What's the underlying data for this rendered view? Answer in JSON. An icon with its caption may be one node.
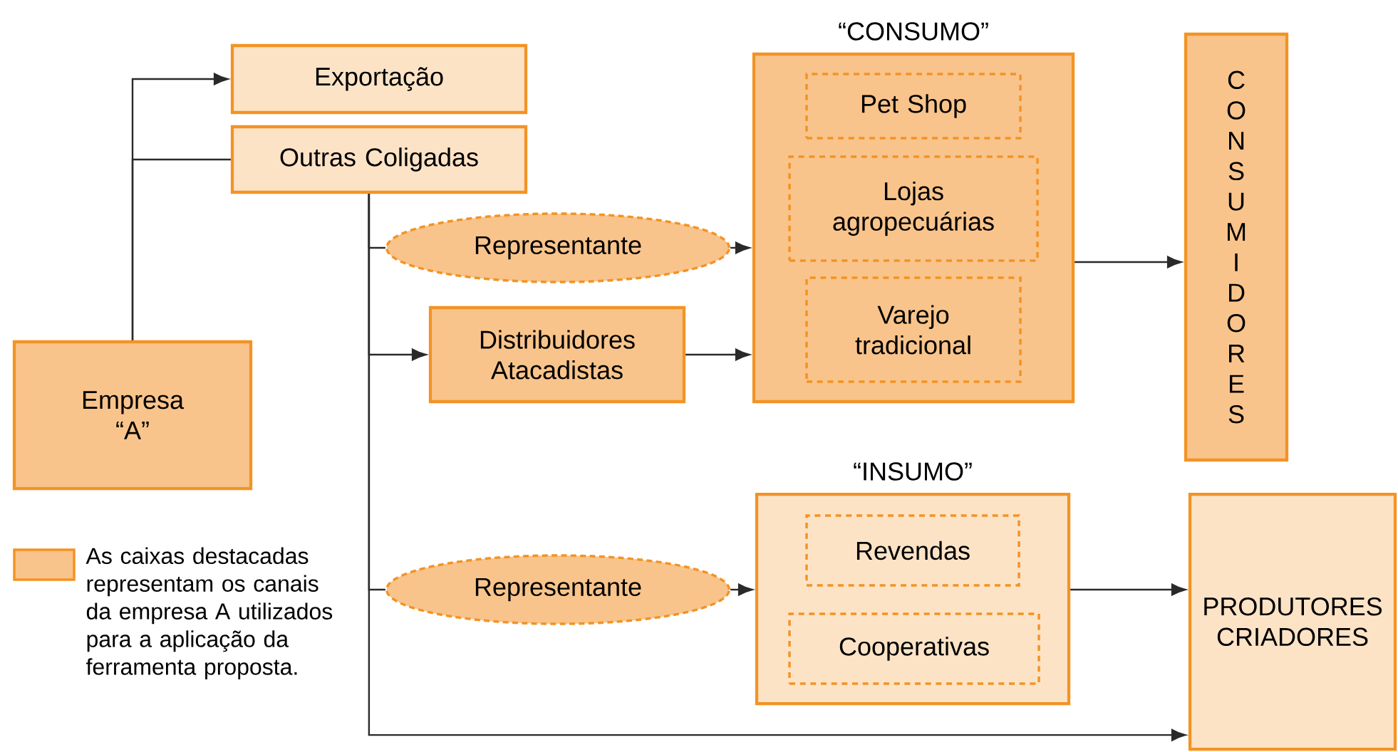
{
  "diagram": {
    "nodes": [
      {
        "text": [
          "Empresa “A”"
        ]
      },
      {
        "text": [
          "Exportação"
        ]
      },
      {
        "text": [
          "Outras Coligadas"
        ]
      },
      {
        "text": [
          "Representante"
        ]
      },
      {
        "text": [
          "Distribuidores Atacadistas"
        ]
      },
      {
        "text": [
          "“CONSUMO”"
        ]
      },
      {
        "text": [
          "Pet Shop"
        ],
        "in": 5
      },
      {
        "text": [
          "Lojas agropecuárias"
        ],
        "in": 5
      },
      {
        "text": [
          "Varejo tradicional"
        ],
        "in": 5
      },
      {
        "text": [
          "CONSUMIDORES"
        ]
      },
      {
        "text": [
          "Representante"
        ]
      },
      {
        "text": [
          "“INSUMO”"
        ]
      },
      {
        "text": [
          "Revendas"
        ],
        "in": 11
      },
      {
        "text": [
          "Cooperativas"
        ],
        "in": 11
      },
      {
        "text": [
          "PRODUTORES CRIADORES"
        ]
      }
    ],
    "edges": [
      {
        "from": 0,
        "to": 1,
        "arrow": "to"
      },
      {
        "from": 0,
        "to": 2,
        "arrow": "none"
      },
      {
        "from": 2,
        "to": 3,
        "arrow": "none"
      },
      {
        "from": 2,
        "to": 4,
        "arrow": "to"
      },
      {
        "from": 2,
        "to": 10,
        "arrow": "none"
      },
      {
        "from": 2,
        "to": 14,
        "arrow": "to"
      },
      {
        "from": 3,
        "to": 5,
        "arrow": "to"
      },
      {
        "from": 4,
        "to": 5,
        "arrow": "to"
      },
      {
        "from": 5,
        "to": 9,
        "arrow": "to"
      },
      {
        "from": 10,
        "to": 11,
        "arrow": "to"
      },
      {
        "from": 11,
        "to": 14,
        "arrow": "to"
      }
    ],
    "legend": [
      {
        "text": "As caixas destacadas representam os canais da empresa A utilizados para a aplicação da ferramenta proposta.",
        "color": "#f9c48b"
      }
    ]
  }
}
